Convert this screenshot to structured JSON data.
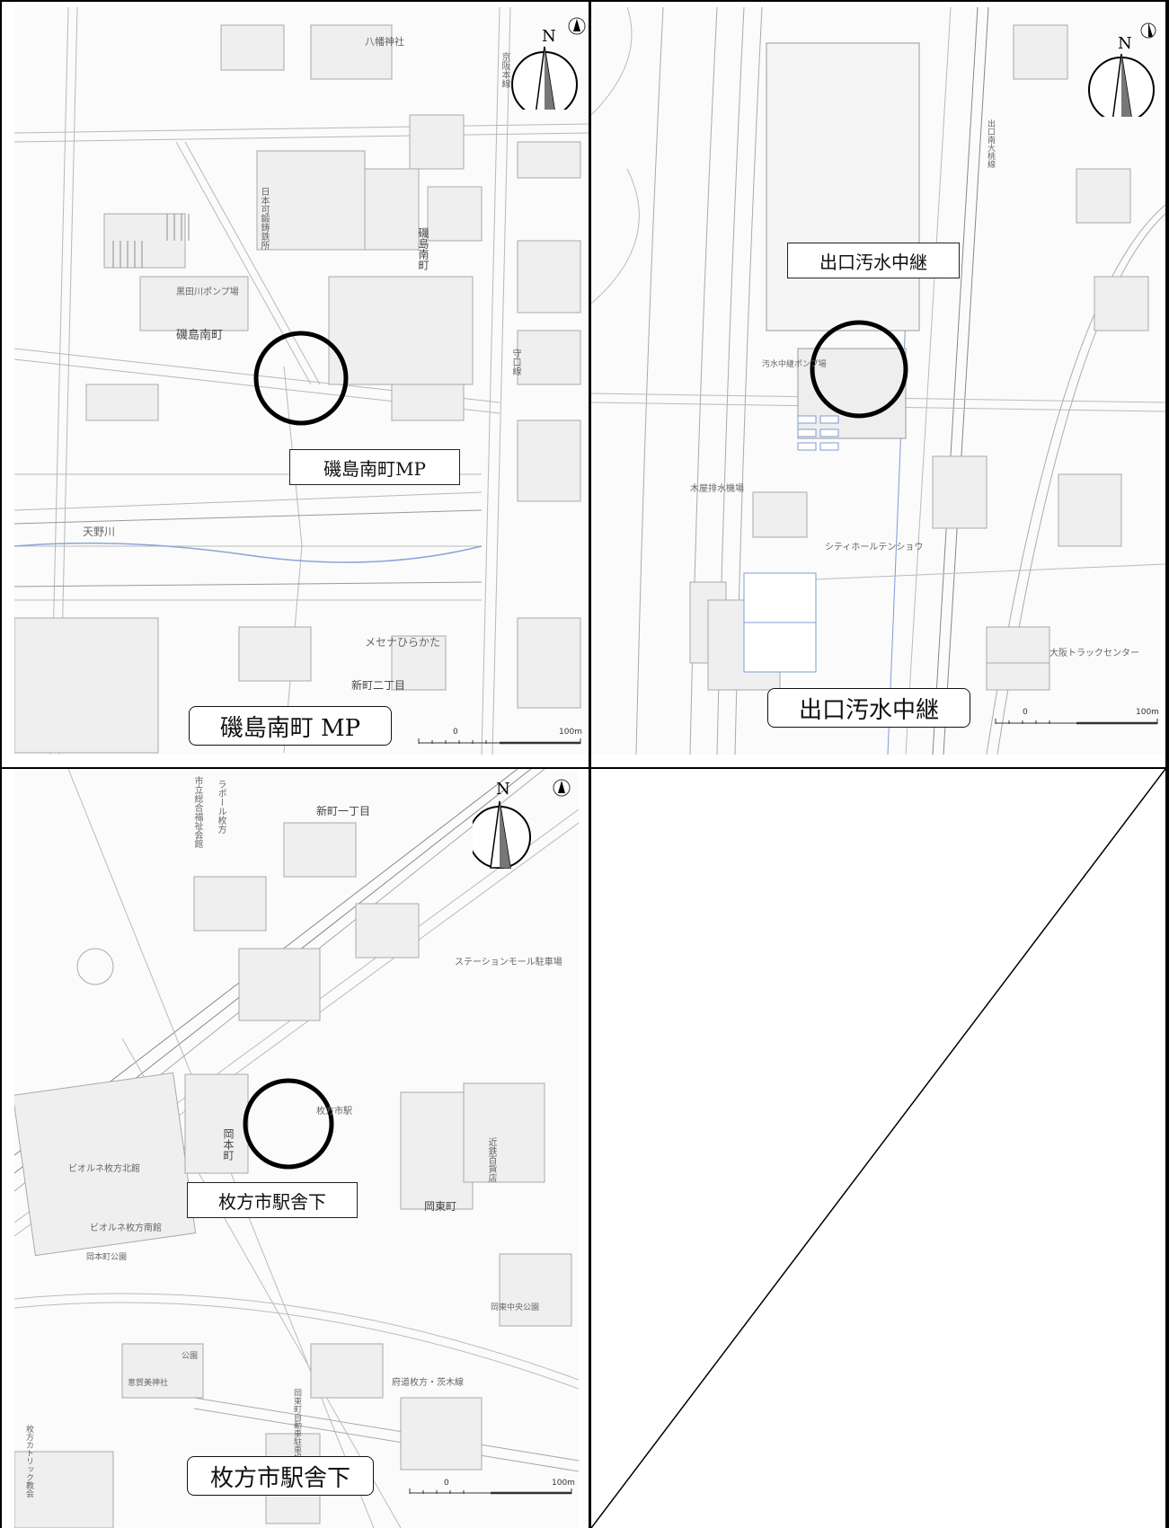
{
  "panels": [
    {
      "id": "isojima",
      "callout_label": "磯島南町MP",
      "title_label": "磯島南町 MP",
      "north_label": "N",
      "scale": {
        "zero": "0",
        "end": "100m"
      },
      "place_names": [
        "八幡神社",
        "日本可鍛鋳鉄所",
        "磯島南町",
        "磯島南町",
        "黒田川ポンプ場",
        "天野川",
        "メセナひらかた",
        "新町二丁目",
        "守口線",
        "京阪本線"
      ]
    },
    {
      "id": "deguchi",
      "callout_label": "出口汚水中継",
      "title_label": "出口汚水中継",
      "north_label": "N",
      "scale": {
        "zero": "0",
        "end": "100m"
      },
      "place_names": [
        "汚水中継ポンプ場",
        "木屋排水機場",
        "シティホールテンショウ",
        "大阪トラックセンター",
        "出口南大桃線"
      ]
    },
    {
      "id": "hirakatashi",
      "callout_label": "枚方市駅舎下",
      "title_label": "枚方市駅舎下",
      "north_label": "N",
      "scale": {
        "zero": "0",
        "end": "100m"
      },
      "place_names": [
        "新町一丁目",
        "市立総合福祉会館",
        "ラポール枚方",
        "ステーションモール駐車場",
        "枚方市駅",
        "岡本町",
        "ビオルネ枚方北館",
        "ビオルネ枚方南館",
        "岡東町",
        "近鉄百貨店",
        "岡本町公園",
        "岡東中央公園",
        "府道枚方・茨木線",
        "岡東町自動車駐車場",
        "公園",
        "意賀美神社",
        "枚方カトリック教会"
      ]
    }
  ],
  "empty_cell": {
    "diagonal": true
  },
  "colors": {
    "border": "#000000",
    "map_bg": "#fbfbfb",
    "road": "#bdbdbd",
    "building": "#d9d9d9",
    "water": "#7c9bd6",
    "circle": "#000000"
  }
}
